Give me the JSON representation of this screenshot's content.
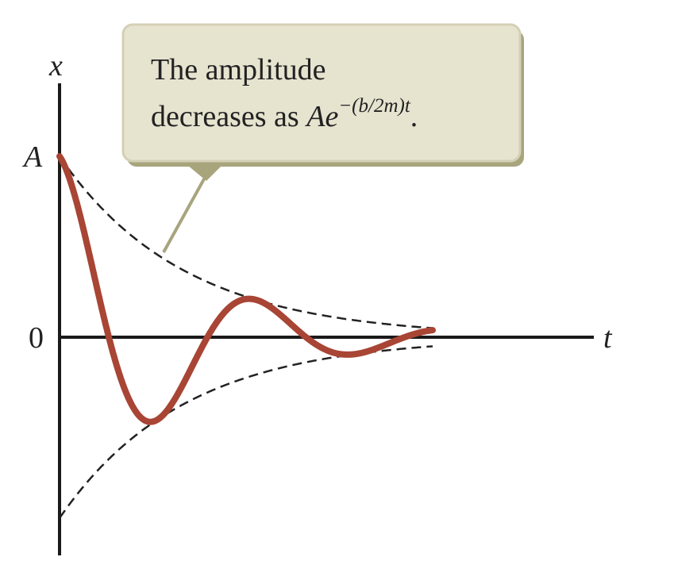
{
  "axes": {
    "x_axis_label": "t",
    "y_axis_label": "x",
    "amplitude_tick_label": "A",
    "zero_tick_label": "0"
  },
  "callout": {
    "line1": "The amplitude",
    "line2_prefix": "decreases as ",
    "line2_A": "A",
    "line2_e": "e",
    "exponent": "−(b/2m)t",
    "period": "."
  },
  "colors": {
    "oscillation_curve": "#a84535",
    "envelope": "#222222",
    "axes": "#1a1a1a",
    "callout_fill": "#e6e3cf",
    "callout_border": "#d4d0b6",
    "callout_shadow": "#a8a47c",
    "pointer": "#a8a47c"
  },
  "curve": {
    "amplitude": 1,
    "decay_constant": 0.365,
    "angular_frequency": 1.45,
    "t_max": 8.2
  }
}
